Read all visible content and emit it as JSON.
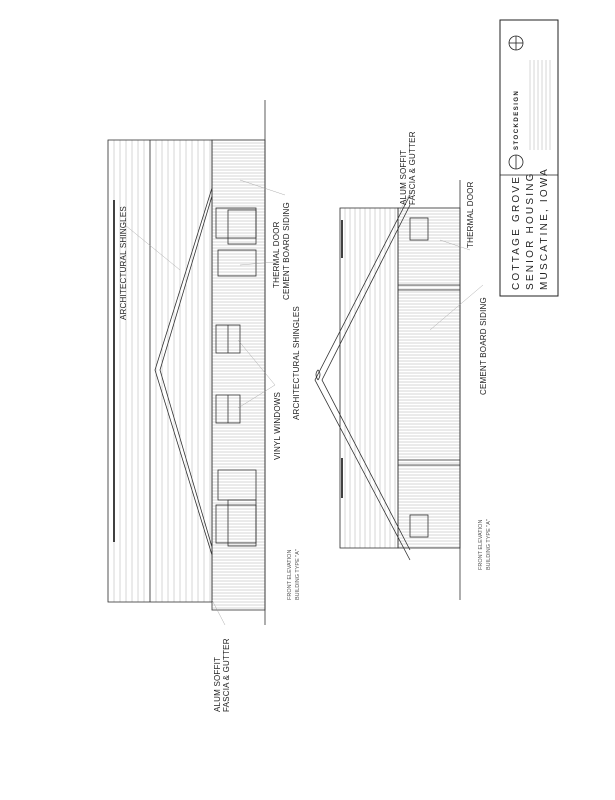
{
  "title_block": {
    "project_line1": "COTTAGE GROVE",
    "project_line2": "SENIOR HOUSING",
    "project_line3": "MUSCATINE, IOWA",
    "firm_name": "STOCKDESIGN"
  },
  "upper_elevation": {
    "labels": {
      "arch_shingles_top": "ARCHITECTURAL SHINGLES",
      "soffit_line1": "ALUM SOFFIT",
      "soffit_line2": "FASCIA & GUTTER",
      "thermal_door": "THERMAL DOOR",
      "cement_siding": "CEMENT BOARD SIDING",
      "arch_shingles": "ARCHITECTURAL SHINGLES",
      "vinyl_windows": "VINYL WINDOWS"
    },
    "caption_line1": "FRONT ELEVATION",
    "caption_line2": "BUILDING TYPE \"A\""
  },
  "lower_elevation": {
    "labels": {
      "soffit_line1": "ALUM SOFFIT",
      "soffit_line2": "FASCIA & GUTTER",
      "thermal_door": "THERMAL DOOR",
      "cement_siding": "CEMENT BOARD SIDING"
    },
    "caption_line1": "FRONT ELEVATION",
    "caption_line2": "BUILDING TYPE \"A\""
  }
}
